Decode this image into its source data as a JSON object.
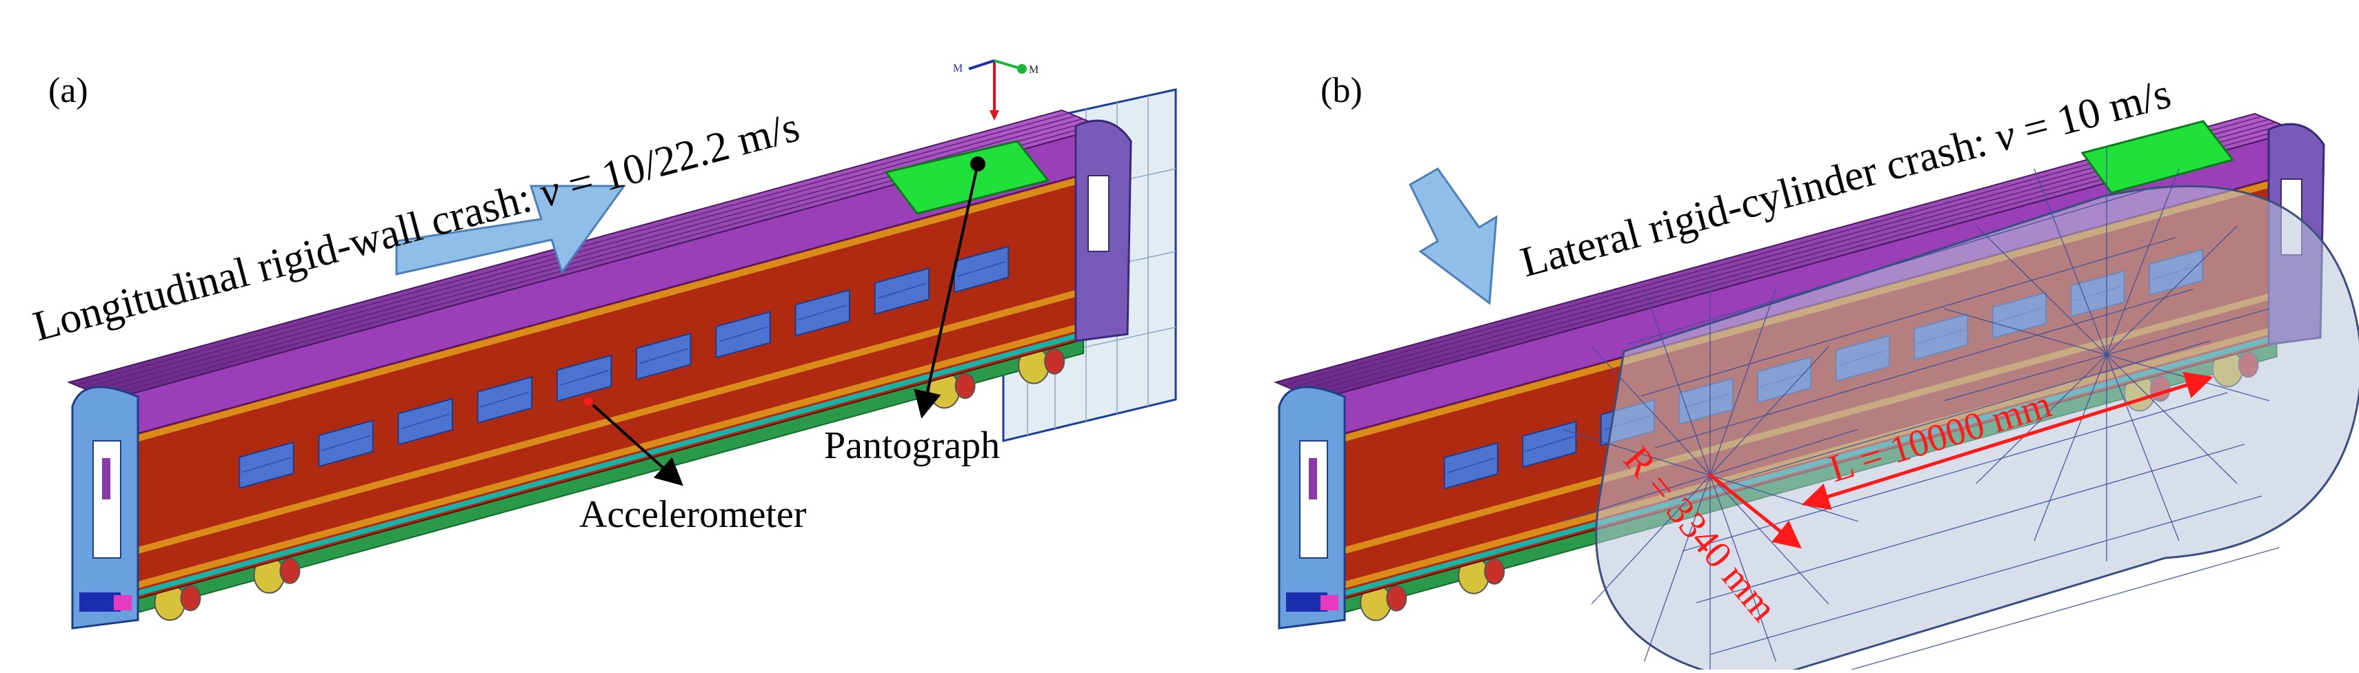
{
  "panels": [
    {
      "id": "a",
      "label": "(a)",
      "title_prefix": "Longitudinal rigid-wall crash: ",
      "title_var": "v",
      "title_suffix": " = 10/22.2 m/s",
      "annotations": {
        "pantograph": "Pantograph",
        "accelerometer": "Accelerometer"
      },
      "triad": {
        "left": "M",
        "right": "M"
      }
    },
    {
      "id": "b",
      "label": "(b)",
      "title_prefix": "Lateral rigid-cylinder crash: ",
      "title_var": "v",
      "title_suffix": " = 10 m/s",
      "annotations": {
        "radius": "R = 3340 mm",
        "length": "L = 10000 mm"
      }
    }
  ],
  "colors": {
    "roof": "#8a3aa6",
    "body": "#b02a12",
    "stripe": "#d98c1a",
    "window": "#4b73cf",
    "end_cap": "#6a9fe0",
    "pantograph": "#22e03a",
    "arrow": "#8fbfe8",
    "wall": "#e3ecf3",
    "cylinder": "#b9c4d8",
    "dimension": "#ff1a1a"
  }
}
